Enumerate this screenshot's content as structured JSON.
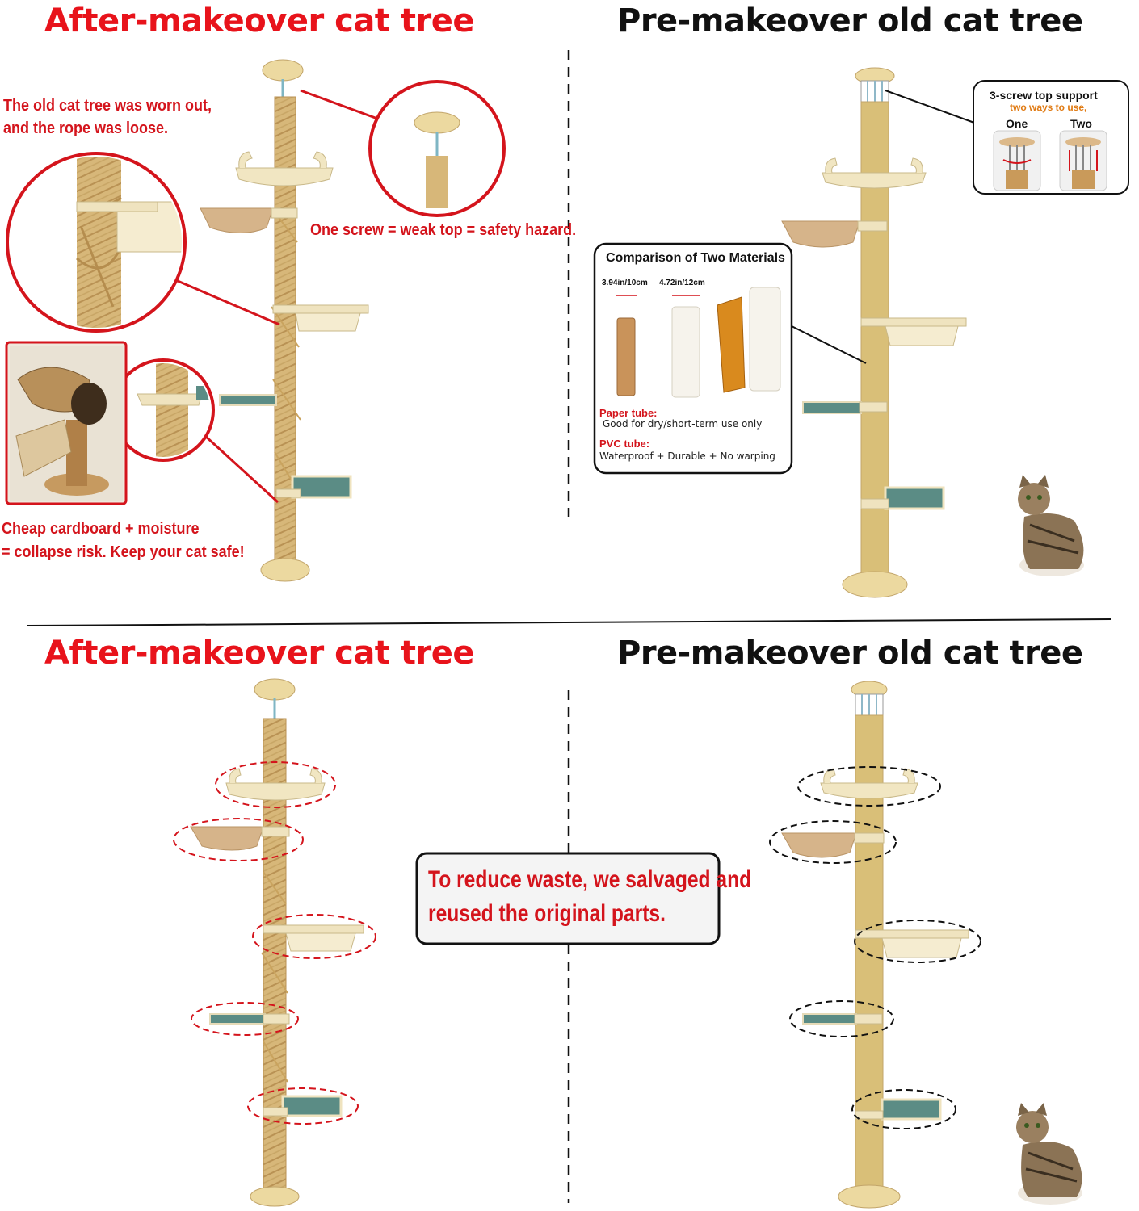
{
  "headings": {
    "top_left": "After-makeover cat tree",
    "top_right": "Pre-makeover old cat tree",
    "bottom_left": "After-makeover cat tree",
    "bottom_right": "Pre-makeover old cat tree"
  },
  "callouts": {
    "worn_line1": "The old cat tree was worn out,",
    "worn_line2": "and the rope was loose.",
    "screw": "One screw = weak top = safety hazard.",
    "cardboard_line1": "Cheap cardboard + moisture",
    "cardboard_line2": "= collapse risk. Keep your cat safe!"
  },
  "comparison": {
    "title": "Comparison of Two Materials",
    "dim_paper": "3.94in/10cm",
    "dim_pvc": "4.72in/12cm",
    "paper_label": "Paper tube:",
    "paper_desc": "Good for dry/short-term use only",
    "pvc_label": "PVC tube:",
    "pvc_desc": "Waterproof + Durable + No warping"
  },
  "top_support": {
    "title": "3-screw top support",
    "subtitle": "two ways to use,",
    "option_one": "One",
    "option_two": "Two"
  },
  "waste_note": {
    "line1": "To reduce waste, we salvaged and",
    "line2": "reused the original parts."
  },
  "colors": {
    "accent_red": "#e8131b",
    "post_tan": "#d9bf78",
    "platform_cream": "#f1e6c2",
    "hammock_tan": "#d6b48a",
    "mat_teal": "#5b8c85"
  }
}
